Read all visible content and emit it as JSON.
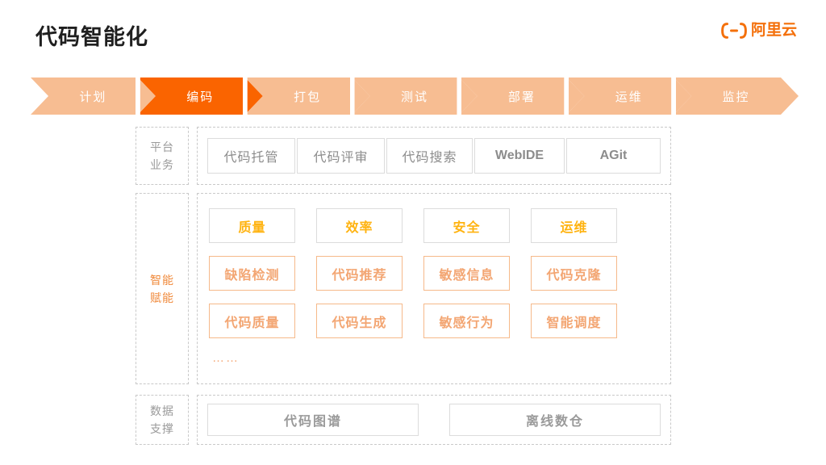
{
  "header": {
    "title": "代码智能化",
    "brand": {
      "mark_icon": "alibaba-cloud-bracket-icon",
      "text": "阿里云",
      "color": "#F4700B"
    }
  },
  "pipeline": {
    "active_index": 1,
    "active_color": "#FA6400",
    "inactive_color": "#F7BD92",
    "stages": [
      {
        "label": "计划",
        "active": false
      },
      {
        "label": "编码",
        "active": true
      },
      {
        "label": "打包",
        "active": false
      },
      {
        "label": "测试",
        "active": false
      },
      {
        "label": "部署",
        "active": false
      },
      {
        "label": "运维",
        "active": false
      },
      {
        "label": "监控",
        "active": false
      }
    ]
  },
  "bands": {
    "platform": {
      "label_line1": "平台",
      "label_line2": "业务",
      "items": [
        {
          "label": "代码托管"
        },
        {
          "label": "代码评审"
        },
        {
          "label": "代码搜索"
        },
        {
          "label": "WebIDE"
        },
        {
          "label": "AGit"
        }
      ]
    },
    "ai": {
      "label_line1": "智能",
      "label_line2": "赋能",
      "label_color": "#F08A3C",
      "header_color": "#FFB310",
      "item_color": "#F3A673",
      "headers": [
        {
          "label": "质量"
        },
        {
          "label": "效率"
        },
        {
          "label": "安全"
        },
        {
          "label": "运维"
        }
      ],
      "row2": [
        {
          "label": "缺陷检测"
        },
        {
          "label": "代码推荐"
        },
        {
          "label": "敏感信息"
        },
        {
          "label": "代码克隆"
        }
      ],
      "row3": [
        {
          "label": "代码质量"
        },
        {
          "label": "代码生成"
        },
        {
          "label": "敏感行为"
        },
        {
          "label": "智能调度"
        }
      ],
      "ellipsis": "……"
    },
    "data": {
      "label_line1": "数据",
      "label_line2": "支撑",
      "items": [
        {
          "label": "代码图谱"
        },
        {
          "label": "离线数仓"
        }
      ]
    }
  }
}
